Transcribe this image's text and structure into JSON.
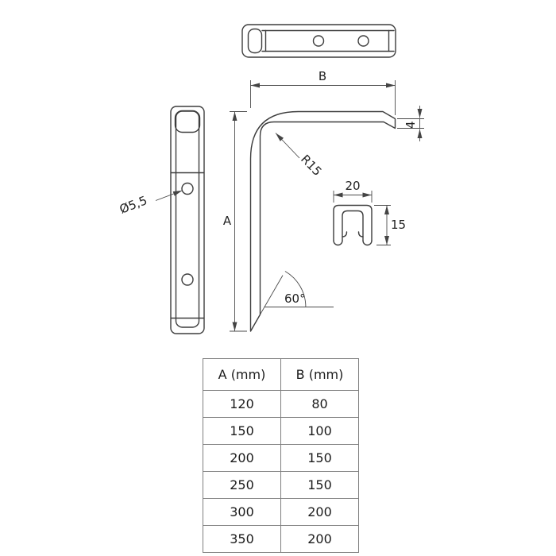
{
  "drawing": {
    "labels": {
      "dim_B": "B",
      "dim_A": "A",
      "radius": "R15",
      "tip_thickness": "4",
      "hole_diameter": "Ø5,5",
      "angle": "60°",
      "section_width": "20",
      "section_height": "15"
    },
    "colors": {
      "line": "#3d3d3d",
      "dimension": "#4a4a4a",
      "text": "#222222",
      "background": "#ffffff"
    }
  },
  "table": {
    "headers": [
      "A (mm)",
      "B (mm)"
    ],
    "rows": [
      [
        "120",
        "80"
      ],
      [
        "150",
        "100"
      ],
      [
        "200",
        "150"
      ],
      [
        "250",
        "150"
      ],
      [
        "300",
        "200"
      ],
      [
        "350",
        "200"
      ]
    ]
  }
}
